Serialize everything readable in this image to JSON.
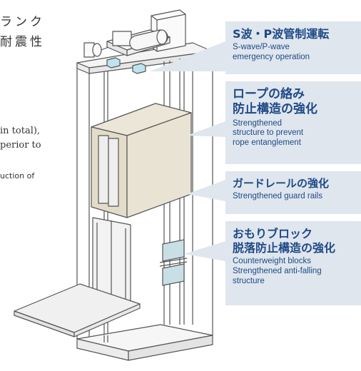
{
  "left_text": {
    "line1": "ランク",
    "line2": "耐震性",
    "line3": "in total),",
    "line4": "perior to",
    "line5": "uction of"
  },
  "callouts": [
    {
      "jp": [
        "S波・P波管制運転"
      ],
      "en": [
        "S-wave/P-wave",
        "emergency operation"
      ]
    },
    {
      "jp": [
        "ロープの絡み",
        "防止構造の強化"
      ],
      "en": [
        "Strengthened",
        "structure to prevent",
        "rope entanglement"
      ]
    },
    {
      "jp": [
        "ガードレールの強化"
      ],
      "en": [
        "Strengthened guard rails"
      ]
    },
    {
      "jp": [
        "おもりブロック",
        "脱落防止構造の強化"
      ],
      "en": [
        "Counterweight blocks",
        "Strengthened anti-falling",
        "structure"
      ]
    }
  ],
  "colors": {
    "callout_bg": "#dfe6ee",
    "callout_text": "#1f4a86",
    "car_fill": "#e9e3d4",
    "block_fill": "#bfe3ee",
    "line": "#555555"
  }
}
